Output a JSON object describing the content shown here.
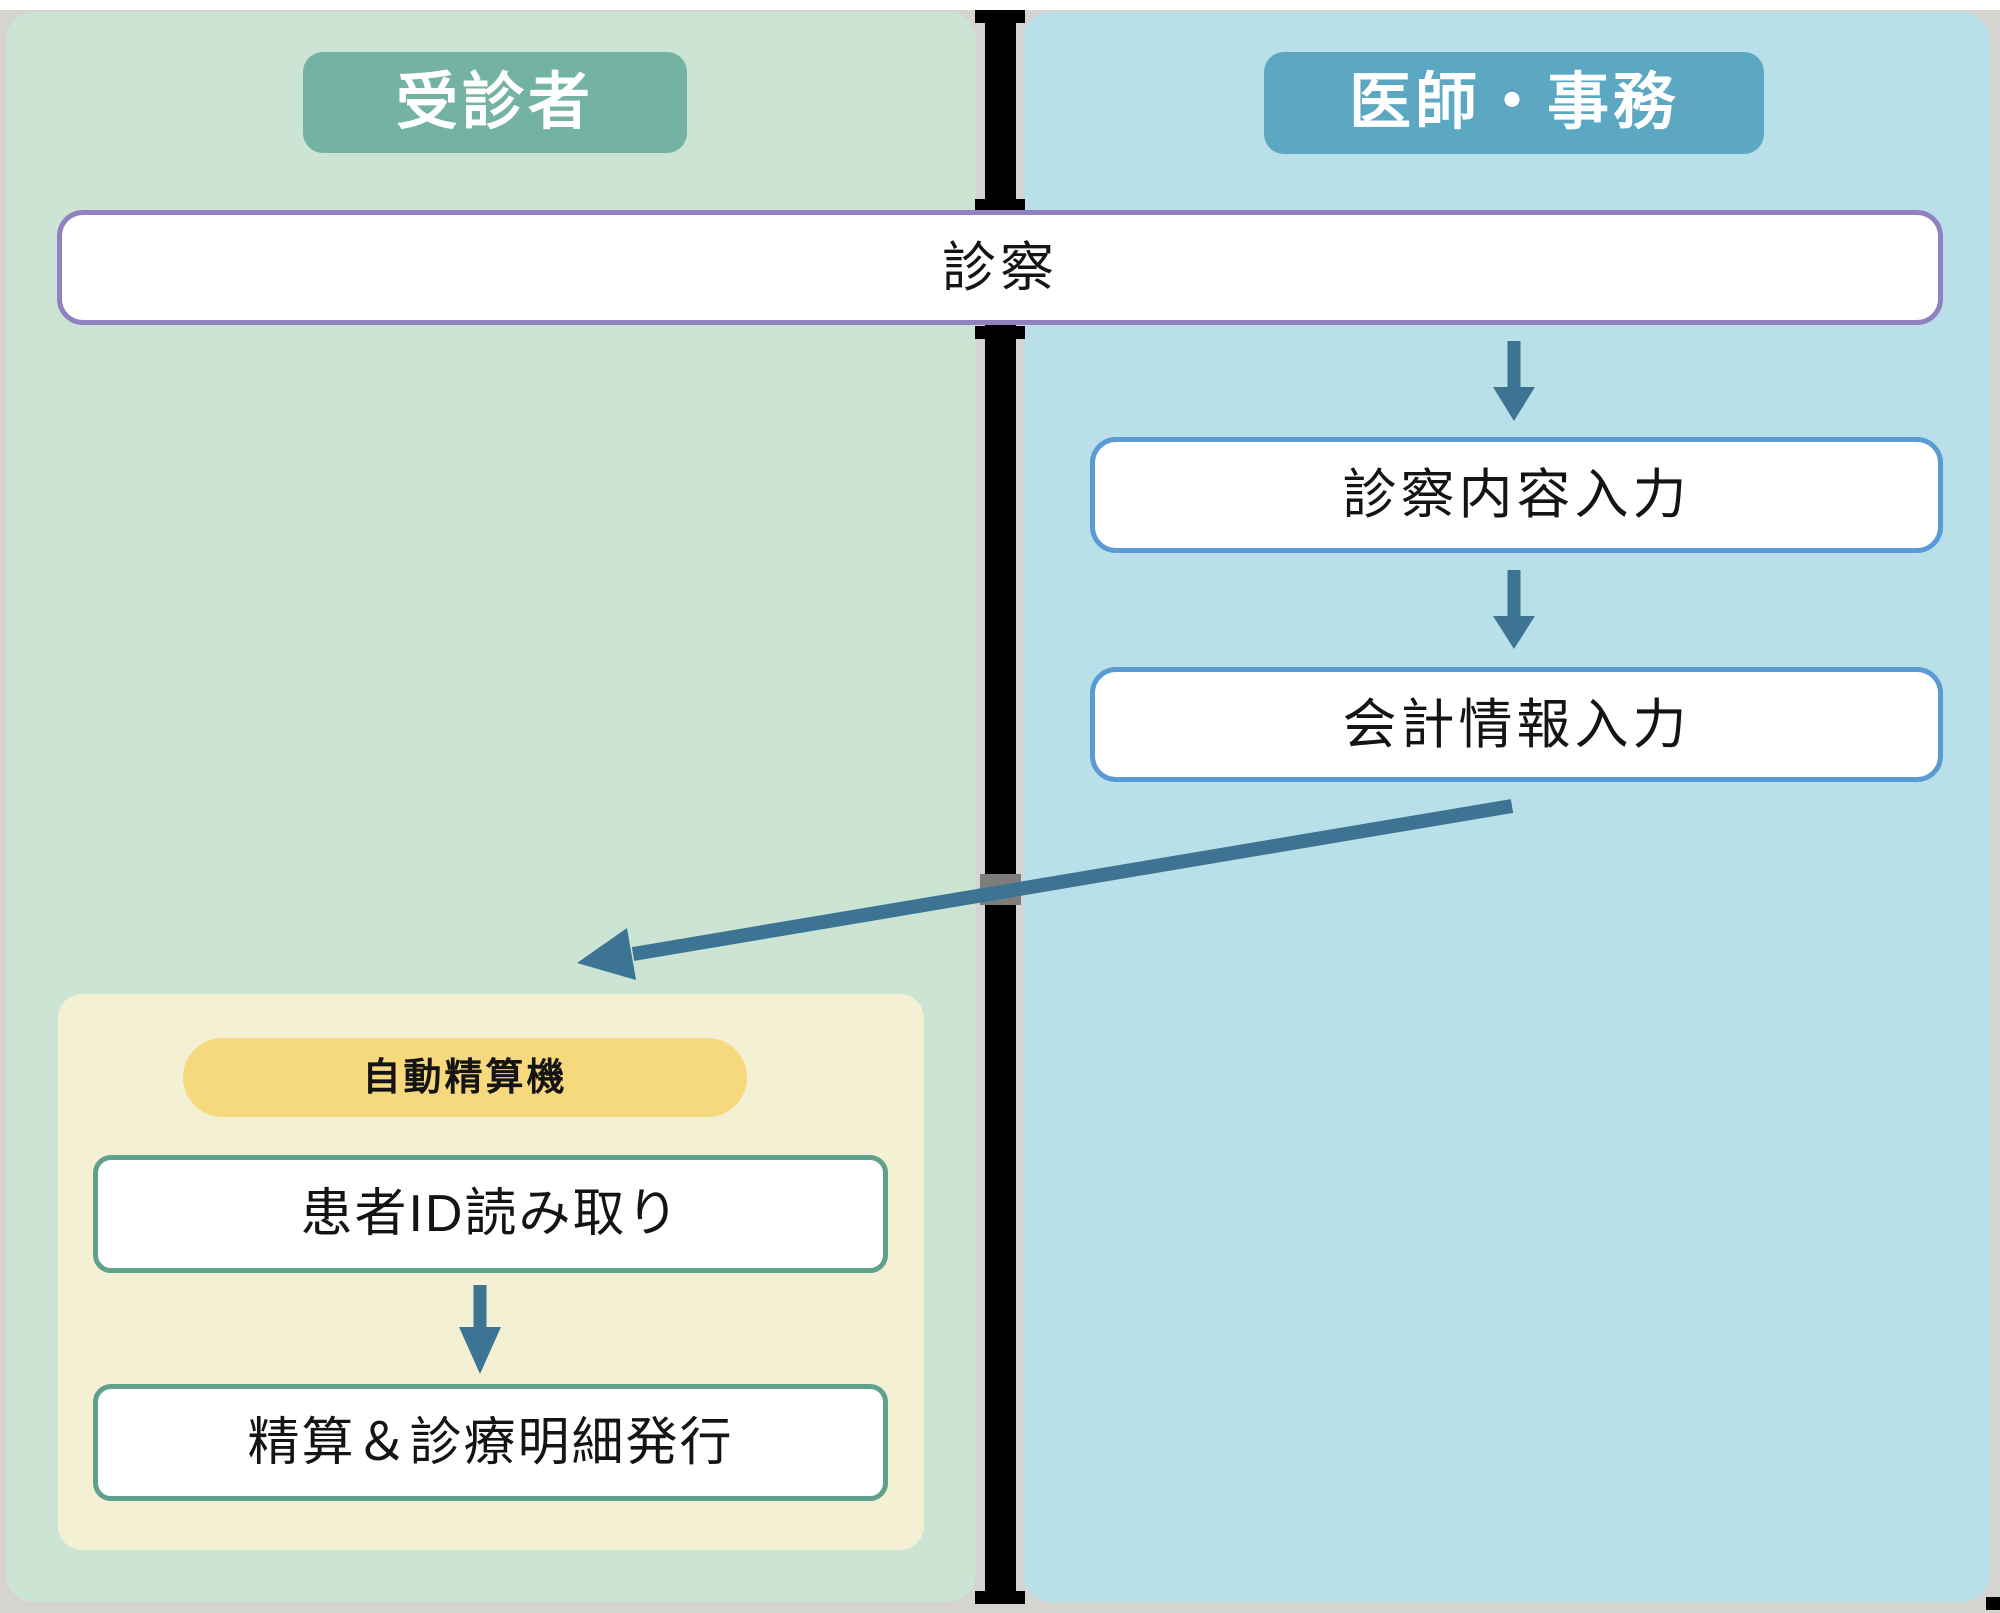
{
  "diagram": {
    "title_context": "clinic visit payment flow",
    "lanes": [
      {
        "id": "patient",
        "header": "受診者",
        "header_bg": "#74b3a3",
        "panel_bg": "#cbe4d4"
      },
      {
        "id": "staff",
        "header": "医師・事務",
        "header_bg": "#5ca7c2",
        "panel_bg": "#b9e0e8"
      }
    ],
    "shared_step": {
      "label": "診察",
      "border_color": "#9181c1",
      "fill": "#ffffff"
    },
    "staff_steps": [
      {
        "label": "診察内容入力",
        "border_color": "#5b9bd5",
        "fill": "#ffffff"
      },
      {
        "label": "会計情報入力",
        "border_color": "#5b9bd5",
        "fill": "#ffffff"
      }
    ],
    "machine_group": {
      "title": "自動精算機",
      "title_bg": "#f6d87d",
      "panel_bg": "#f4f0d3",
      "steps": [
        {
          "label": "患者ID読み取り",
          "border_color": "#5fa18e",
          "fill": "#ffffff"
        },
        {
          "label": "精算＆診療明細発行",
          "border_color": "#5fa18e",
          "fill": "#ffffff"
        }
      ]
    },
    "arrows": {
      "color": "#3d7493",
      "flow": [
        "診察 → 診察内容入力",
        "診察内容入力 → 会計情報入力",
        "会計情報入力 → 自動精算機 (cross-lane)",
        "患者ID読み取り → 精算＆診療明細発行"
      ]
    },
    "divider_color": "#000000",
    "page_bg": "#d6d4d1"
  }
}
